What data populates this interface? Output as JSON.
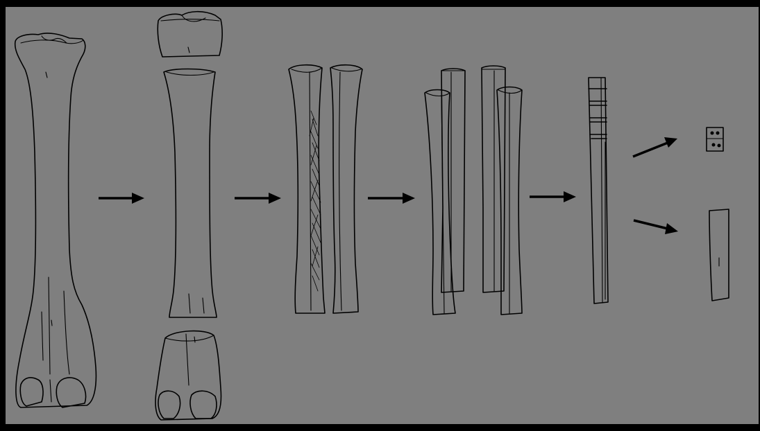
{
  "diagram": {
    "background": "#7f7f7f",
    "line_color": "#000000",
    "stages": [
      {
        "id": "whole-bone",
        "label": ""
      },
      {
        "id": "epiphyses-removed",
        "label": ""
      },
      {
        "id": "shaft-split-lengthwise",
        "label": ""
      },
      {
        "id": "quartered-blanks",
        "label": ""
      },
      {
        "id": "notched-rod",
        "label": ""
      },
      {
        "id": "end-products",
        "label": ""
      }
    ],
    "arrows": 6
  }
}
